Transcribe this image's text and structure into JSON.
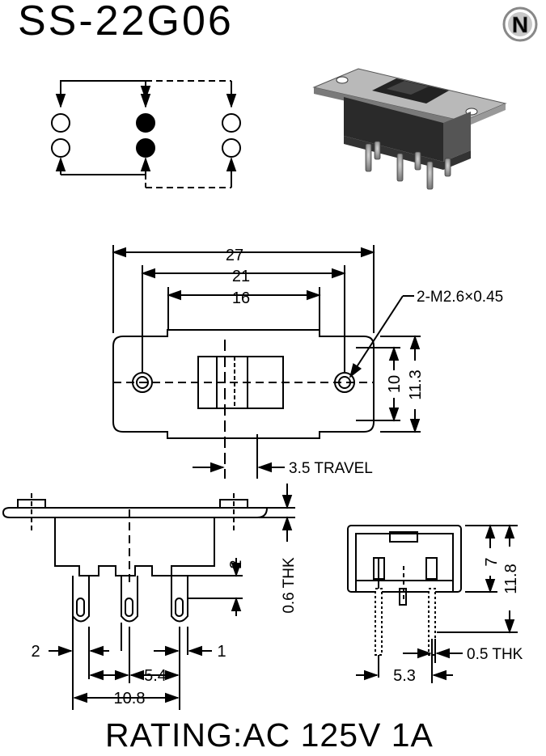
{
  "header": {
    "model": "SS-22G06",
    "logo_letter": "N"
  },
  "dimensions": {
    "overall_length": "27",
    "hole_spacing": "21",
    "inner_length": "16",
    "screw_holes": "2-M2.6×0.45",
    "height_inner": "10",
    "height_outer": "11.3",
    "travel": "3.5 TRAVEL",
    "pin_lead": "2",
    "plate_thickness": "0.6 THK",
    "pin_width_left": "2",
    "pin_width_right": "1",
    "pin_pitch": "5.4",
    "pin_span": "10.8",
    "side_height_inner": "7",
    "side_height_outer": "11.8",
    "pin_thickness": "0.5 THK",
    "side_pin_spacing": "5.3"
  },
  "footer": {
    "rating": "RATING:AC 125V 1A"
  }
}
